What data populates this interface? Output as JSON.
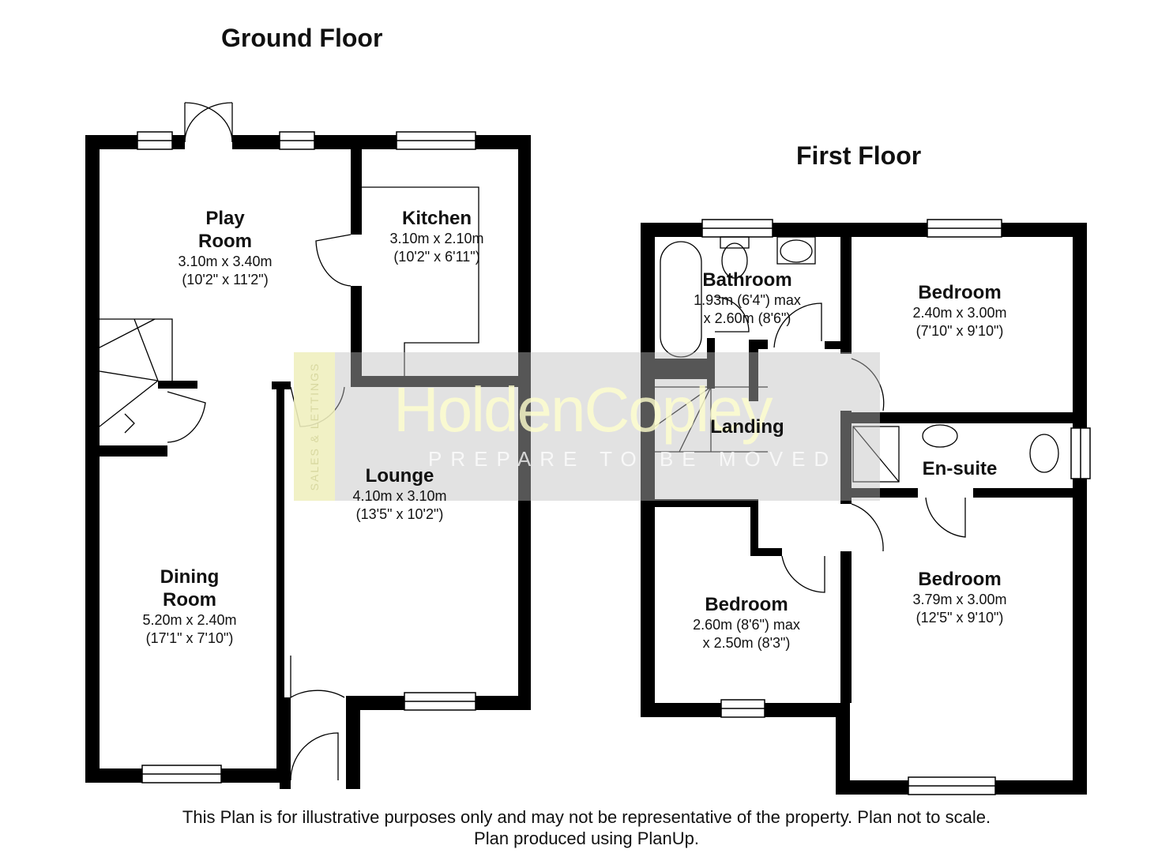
{
  "floors": {
    "ground": {
      "title": "Ground Floor",
      "rooms": {
        "play_room": {
          "name_1": "Play",
          "name_2": "Room",
          "dim_1": "3.10m x 3.40m",
          "dim_2": "(10'2\" x 11'2\")"
        },
        "kitchen": {
          "name_1": "Kitchen",
          "dim_1": "3.10m x 2.10m",
          "dim_2": "(10'2\" x 6'11\")"
        },
        "lounge": {
          "name_1": "Lounge",
          "dim_1": "4.10m x 3.10m",
          "dim_2": "(13'5\" x 10'2\")"
        },
        "dining_room": {
          "name_1": "Dining",
          "name_2": "Room",
          "dim_1": "5.20m x 2.40m",
          "dim_2": "(17'1\" x 7'10\")"
        }
      }
    },
    "first": {
      "title": "First Floor",
      "rooms": {
        "bathroom": {
          "name_1": "Bathroom",
          "dim_1": "1.93m (6'4\") max",
          "dim_2": "x 2.60m (8'6\")"
        },
        "bedroom_1": {
          "name_1": "Bedroom",
          "dim_1": "2.40m x 3.00m",
          "dim_2": "(7'10\" x 9'10\")"
        },
        "landing": {
          "name_1": "Landing"
        },
        "en_suite": {
          "name_1": "En-suite"
        },
        "bedroom_2": {
          "name_1": "Bedroom",
          "dim_1": "2.60m (8'6\") max",
          "dim_2": "x 2.50m (8'3\")"
        },
        "bedroom_3": {
          "name_1": "Bedroom",
          "dim_1": "3.79m x 3.00m",
          "dim_2": "(12'5\" x 9'10\")"
        }
      }
    }
  },
  "watermark": {
    "brand": "HoldenCopley",
    "tagline": "PREPARE TO BE MOVED",
    "side_text": "SALES & LETTINGS"
  },
  "footer": {
    "line_1": "This Plan is for illustrative purposes only and may not be representative of the property. Plan not to scale.",
    "line_2": "Plan produced using PlanUp."
  },
  "colors": {
    "wall": "#000000",
    "window_fill": "#ffffff",
    "watermark_band": "#bebebe",
    "watermark_text": "#ffffcd"
  }
}
